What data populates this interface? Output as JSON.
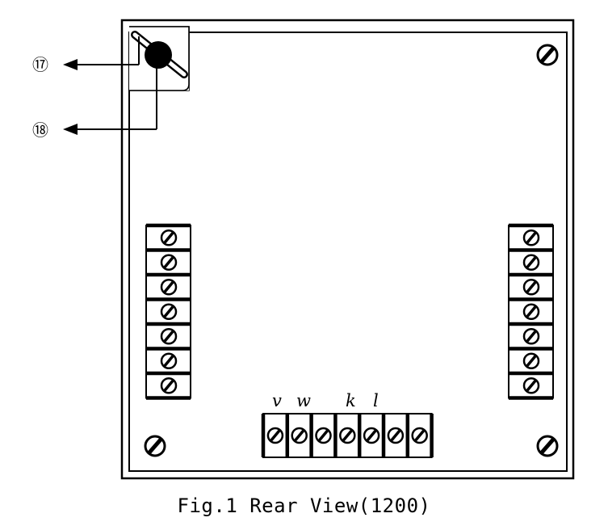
{
  "figure": {
    "caption": "Fig.1 Rear View(1200)"
  },
  "callouts": [
    {
      "number": "⑰"
    },
    {
      "number": "⑱"
    }
  ],
  "terminal_letters": [
    "v",
    "w",
    "k",
    "l"
  ],
  "terminal_blocks": {
    "left_screws": 7,
    "right_screws": 7,
    "bottom_screws": 7
  },
  "colors": {
    "line": "#000000",
    "background": "#ffffff"
  }
}
